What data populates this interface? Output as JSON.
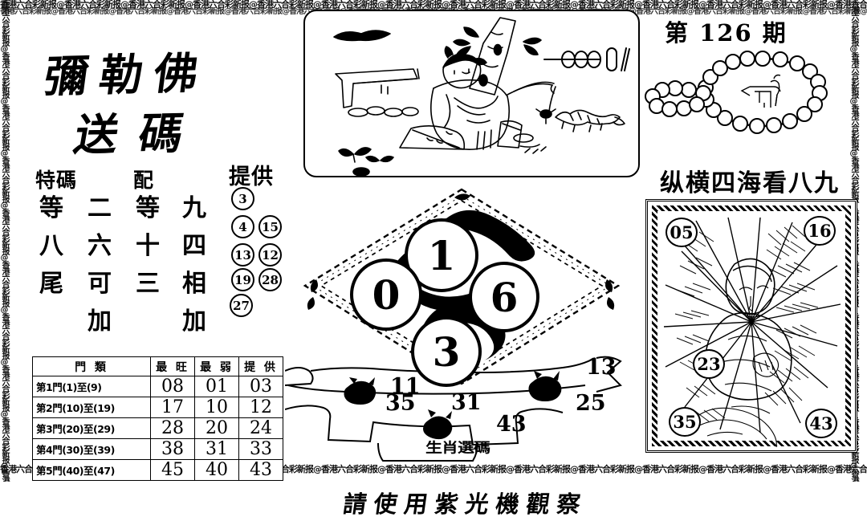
{
  "issue": {
    "label": "第 126 期"
  },
  "title": {
    "line1": "彌勒佛",
    "line2": "送碼"
  },
  "headings": {
    "tema": "特碼",
    "pei": "配",
    "tigong": "提供"
  },
  "verticals": {
    "col1": [
      "等",
      "八",
      "尾"
    ],
    "col2": [
      "二",
      "六",
      "可",
      "加"
    ],
    "col3": [
      "等",
      "十",
      "三"
    ],
    "col4": [
      "九",
      "四",
      "相",
      "加"
    ]
  },
  "provided_numbers": {
    "left": [
      "3",
      "4",
      "13",
      "19",
      "27"
    ],
    "right": [
      "15",
      "12",
      "28"
    ]
  },
  "diamond": {
    "circles": [
      "1",
      "0",
      "6",
      "3"
    ]
  },
  "scatter_numbers": [
    "11",
    "35",
    "31",
    "43",
    "25",
    "13"
  ],
  "zodiac_label": "生肖選碼",
  "right_headline": "纵横四海看八九",
  "right_panel_numbers": [
    "05",
    "16",
    "23",
    "35",
    "43"
  ],
  "table": {
    "headers": [
      "門 類",
      "最 旺",
      "最 弱",
      "提 供"
    ],
    "rows": [
      {
        "gate": "第1門(1)至(9)",
        "hot": "08",
        "cold": "01",
        "pick": "03"
      },
      {
        "gate": "第2門(10)至(19)",
        "hot": "17",
        "cold": "10",
        "pick": "12"
      },
      {
        "gate": "第3門(20)至(29)",
        "hot": "28",
        "cold": "20",
        "pick": "24"
      },
      {
        "gate": "第4門(30)至(39)",
        "hot": "38",
        "cold": "31",
        "pick": "33"
      },
      {
        "gate": "第5門(40)至(47)",
        "hot": "45",
        "cold": "40",
        "pick": "43"
      }
    ]
  },
  "footer": {
    "note": "請使用紫光機觀察"
  },
  "border_text": {
    "horizontal": "香港六合彩新报@香港六合彩新报@香港六合彩新报@香港六合彩新报@香港六合彩新报@香港六合彩新报@香港六合彩新报@香港六合彩新报@",
    "vertical": "香港六合彩新报@香港六合彩新报@香港六合彩新报@香港六合彩新报@"
  },
  "colors": {
    "ink": "#000000",
    "paper": "#ffffff"
  }
}
